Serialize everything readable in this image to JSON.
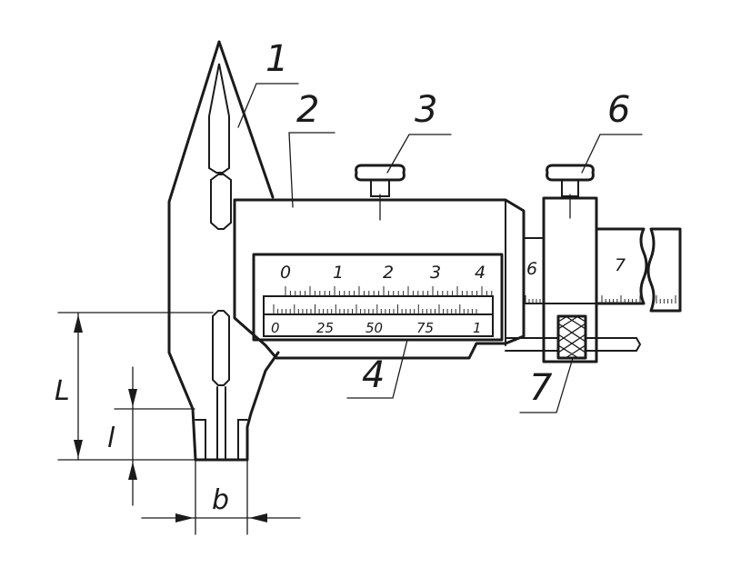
{
  "part_labels": {
    "jaw": "1",
    "frame": "2",
    "clamp_screw": "3",
    "vernier": "4",
    "fine_adjust_screw": "6",
    "feed_nut": "7"
  },
  "main_scale_numbers": [
    "0",
    "1",
    "2",
    "3",
    "4"
  ],
  "vernier_scale_numbers": [
    "0",
    "25",
    "50",
    "75",
    "1"
  ],
  "side_labels": {
    "clamp_unit_scale": "6",
    "beam_scale": "7"
  },
  "dimensions": {
    "total_jaw_length": "L",
    "tip_length": "l",
    "tip_width": "b"
  },
  "colors": {
    "ink": "#1b1b1b",
    "paper": "#ffffff"
  }
}
